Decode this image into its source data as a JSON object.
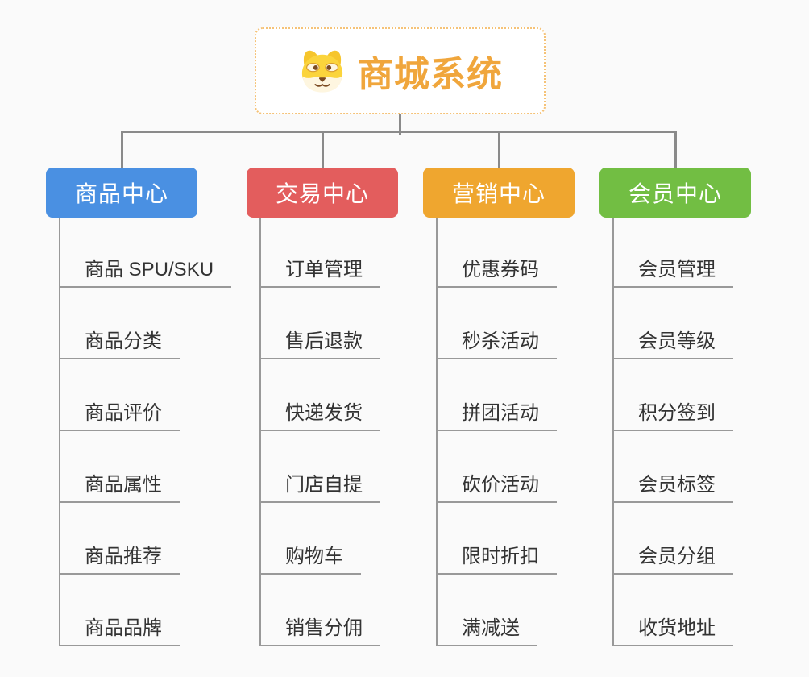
{
  "root": {
    "title": "商城系统",
    "icon": "shiba-dog-icon"
  },
  "branches": [
    {
      "label": "商品中心",
      "color": "#4A90E2",
      "children": [
        "商品 SPU/SKU",
        "商品分类",
        "商品评价",
        "商品属性",
        "商品推荐",
        "商品品牌"
      ]
    },
    {
      "label": "交易中心",
      "color": "#E35D5D",
      "children": [
        "订单管理",
        "售后退款",
        "快递发货",
        "门店自提",
        "购物车",
        "销售分佣"
      ]
    },
    {
      "label": "营销中心",
      "color": "#EFA62F",
      "children": [
        "优惠券码",
        "秒杀活动",
        "拼团活动",
        "砍价活动",
        "限时折扣",
        "满减送"
      ]
    },
    {
      "label": "会员中心",
      "color": "#72BE43",
      "children": [
        "会员管理",
        "会员等级",
        "积分签到",
        "会员标签",
        "会员分组",
        "收货地址"
      ]
    }
  ],
  "colors": {
    "background": "#FAFAFA",
    "root_background": "#FFFFFF",
    "root_border": "#F5C277",
    "root_text": "#F0A63C",
    "connector": "#8A8A8A",
    "item_line": "#999999",
    "item_text": "#333333",
    "branch_text": "#FFFFFF",
    "icon_yellow": "#FBD43C",
    "icon_cream": "#FEF6E0",
    "icon_brown": "#7B4A21"
  }
}
